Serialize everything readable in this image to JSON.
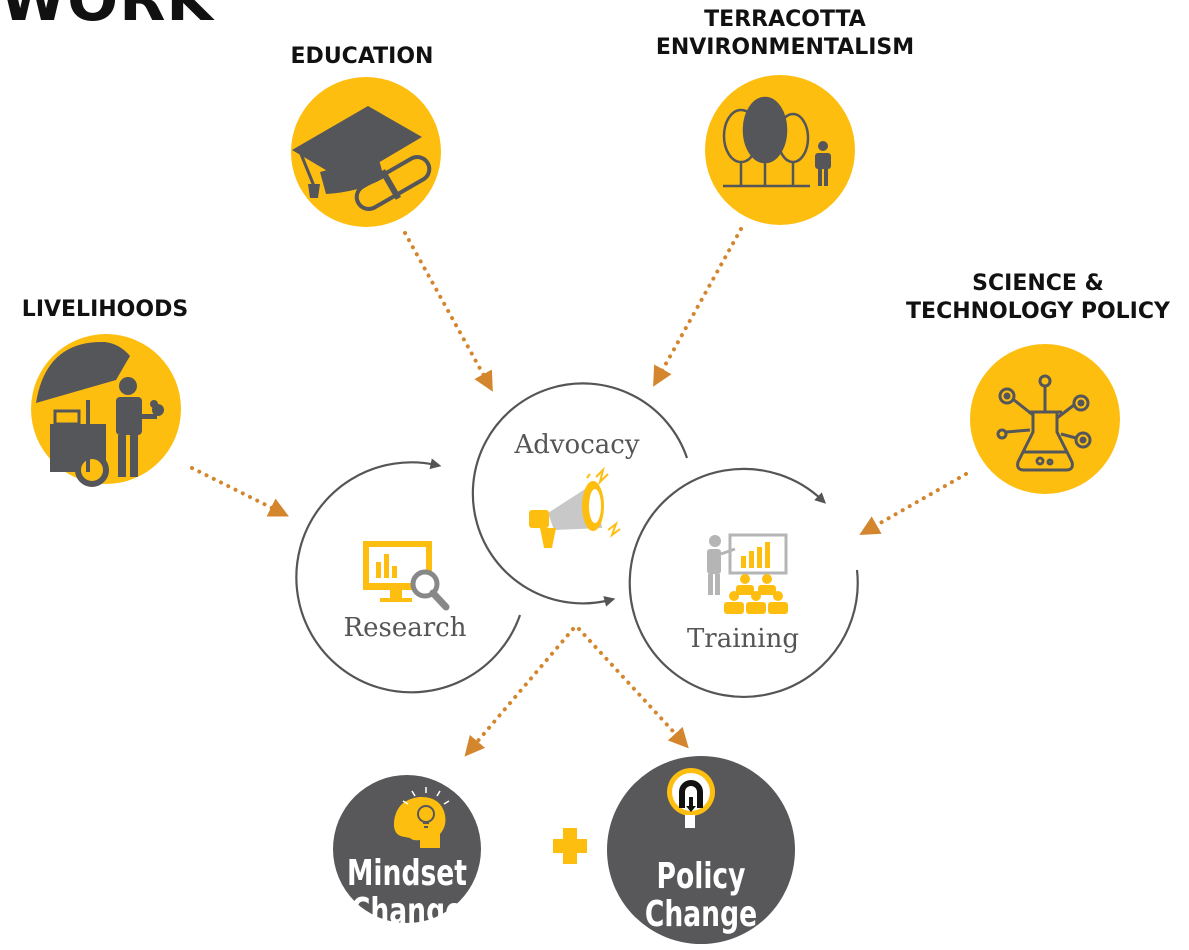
{
  "heading": "WORK",
  "pillars": {
    "education": "EDUCATION",
    "terracotta_1": "TERRACOTTA",
    "terracotta_2": "ENVIRONMENTALISM",
    "livelihoods": "LIVELIHOODS",
    "science_1": "SCIENCE &",
    "science_2": "TECHNOLOGY POLICY"
  },
  "cycle": {
    "advocacy": "Advocacy",
    "research": "Research",
    "training": "Training"
  },
  "outcomes": {
    "mindset_1": "Mindset",
    "mindset_2": "Change",
    "policy_1": "Policy",
    "policy_2": "Change"
  },
  "colors": {
    "yellow": "#FDBE10",
    "dark_gray": "#58585A",
    "icon_gray": "#55565A",
    "arrow_orange": "#D4862E",
    "cycle_line": "#555555"
  },
  "icons": [
    "graduation-cap-icon",
    "trees-icon",
    "vendor-cart-icon",
    "science-network-icon",
    "megaphone-icon",
    "research-monitor-icon",
    "training-presentation-icon",
    "head-lightbulb-icon",
    "magnet-icon",
    "plus-icon"
  ]
}
